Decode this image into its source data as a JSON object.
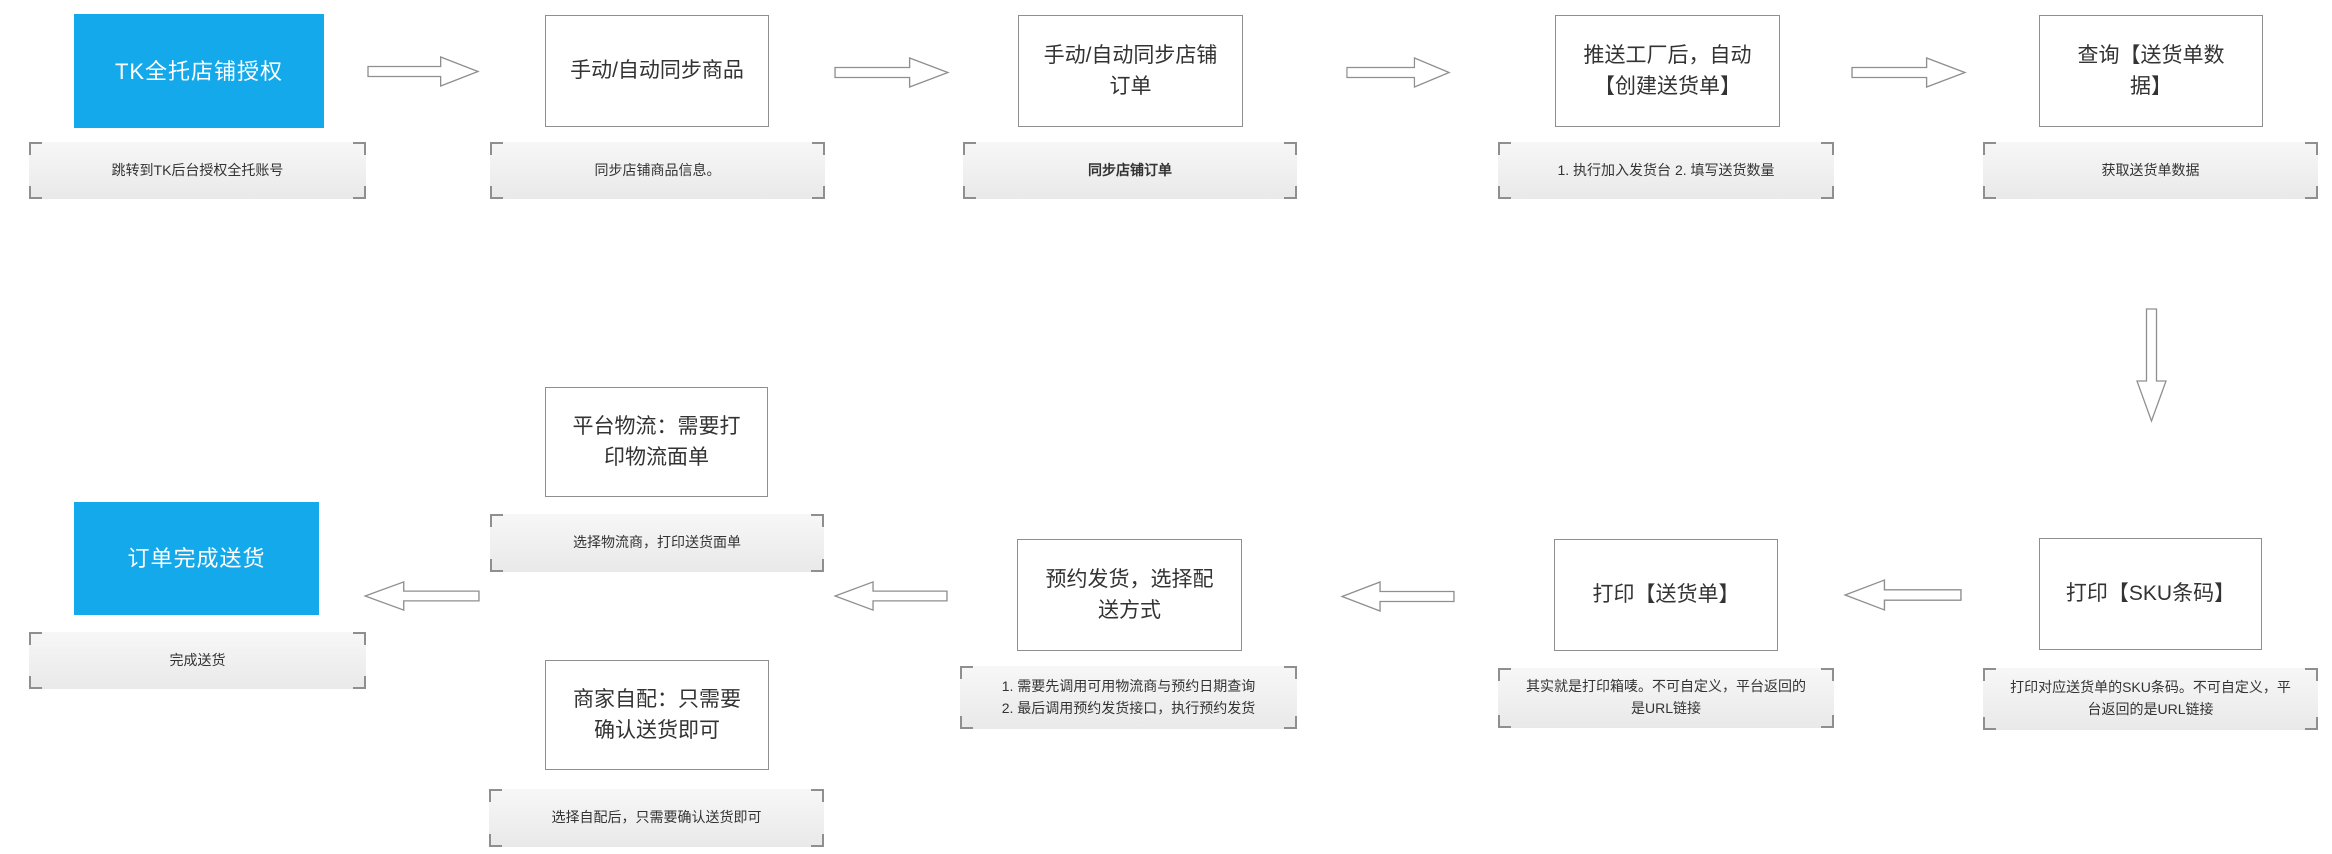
{
  "colors": {
    "accent_blue": "#14A9EB",
    "box_border": "#8f8f8f",
    "text_dark": "#333333",
    "note_bg_top": "#f7f7f7",
    "note_bg_bottom": "#e9e9e9"
  },
  "nodes": {
    "auth": {
      "label": "TK全托店铺授权",
      "note": "跳转到TK后台授权全托账号"
    },
    "sync_products": {
      "label": "手动/自动同步商品",
      "note": "同步店铺商品信息。"
    },
    "sync_orders": {
      "label": "手动/自动同步店铺\n订单",
      "note": "同步店铺订单"
    },
    "create_delivery": {
      "label": "推送工厂后，自动\n【创建送货单】",
      "note": "1. 执行加入发货台 2. 填写送货数量"
    },
    "query_delivery": {
      "label": "查询【送货单数\n据】",
      "note": "获取送货单数据"
    },
    "print_sku": {
      "label": "打印【SKU条码】",
      "note": "打印对应送货单的SKU条码。不可自定义，平\n台返回的是URL链接"
    },
    "print_delivery": {
      "label": "打印【送货单】",
      "note": "其实就是打印箱唛。不可自定义，平台返回的\n是URL链接"
    },
    "book_shipping": {
      "label": "预约发货，选择配\n送方式",
      "note": "1. 需要先调用可用物流商与预约日期查询\n2. 最后调用预约发货接口，执行预约发货"
    },
    "platform_logistics": {
      "label": "平台物流：需要打\n印物流面单",
      "note": "选择物流商，打印送货面单"
    },
    "merchant_self": {
      "label": "商家自配：只需要\n确认送货即可",
      "note": "选择自配后，只需要确认送货即可"
    },
    "complete": {
      "label": "订单完成送货",
      "note": "完成送货"
    }
  }
}
